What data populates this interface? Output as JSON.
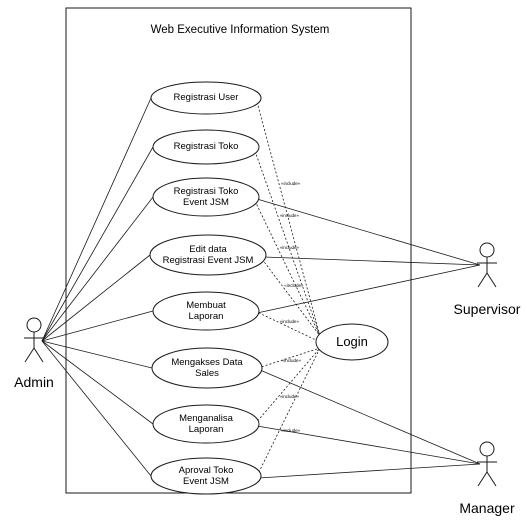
{
  "system": {
    "title": "Web Executive Information System"
  },
  "use_cases": [
    {
      "id": "registrasi-user",
      "label": "Registrasi User"
    },
    {
      "id": "registrasi-toko",
      "label": "Registrasi Toko"
    },
    {
      "id": "registrasi-toko-event",
      "label": "Registrasi Toko\nEvent JSM"
    },
    {
      "id": "edit-data-registrasi",
      "label": "Edit data\nRegistrasi Event JSM"
    },
    {
      "id": "membuat-laporan",
      "label": "Membuat\nLaporan"
    },
    {
      "id": "mengakses-data-sales",
      "label": "Mengakses Data\nSales"
    },
    {
      "id": "menganalisa-laporan",
      "label": "Menganalisa\nLaporan"
    },
    {
      "id": "aproval-toko-event",
      "label": "Aproval Toko\nEvent JSM"
    }
  ],
  "login": {
    "label": "Login"
  },
  "include_label": "«include»",
  "actors": {
    "admin": {
      "label": "Admin"
    },
    "supervisor": {
      "label": "Supervisor"
    },
    "manager": {
      "label": "Manager"
    }
  },
  "associations": {
    "admin": [
      "registrasi-user",
      "registrasi-toko",
      "registrasi-toko-event",
      "edit-data-registrasi",
      "membuat-laporan",
      "mengakses-data-sales",
      "menganalisa-laporan",
      "aproval-toko-event"
    ],
    "supervisor": [
      "registrasi-toko-event",
      "edit-data-registrasi",
      "membuat-laporan"
    ],
    "manager": [
      "mengakses-data-sales",
      "menganalisa-laporan",
      "aproval-toko-event"
    ]
  },
  "colors": {
    "line": "#1a1a1a",
    "background": "#ffffff"
  }
}
